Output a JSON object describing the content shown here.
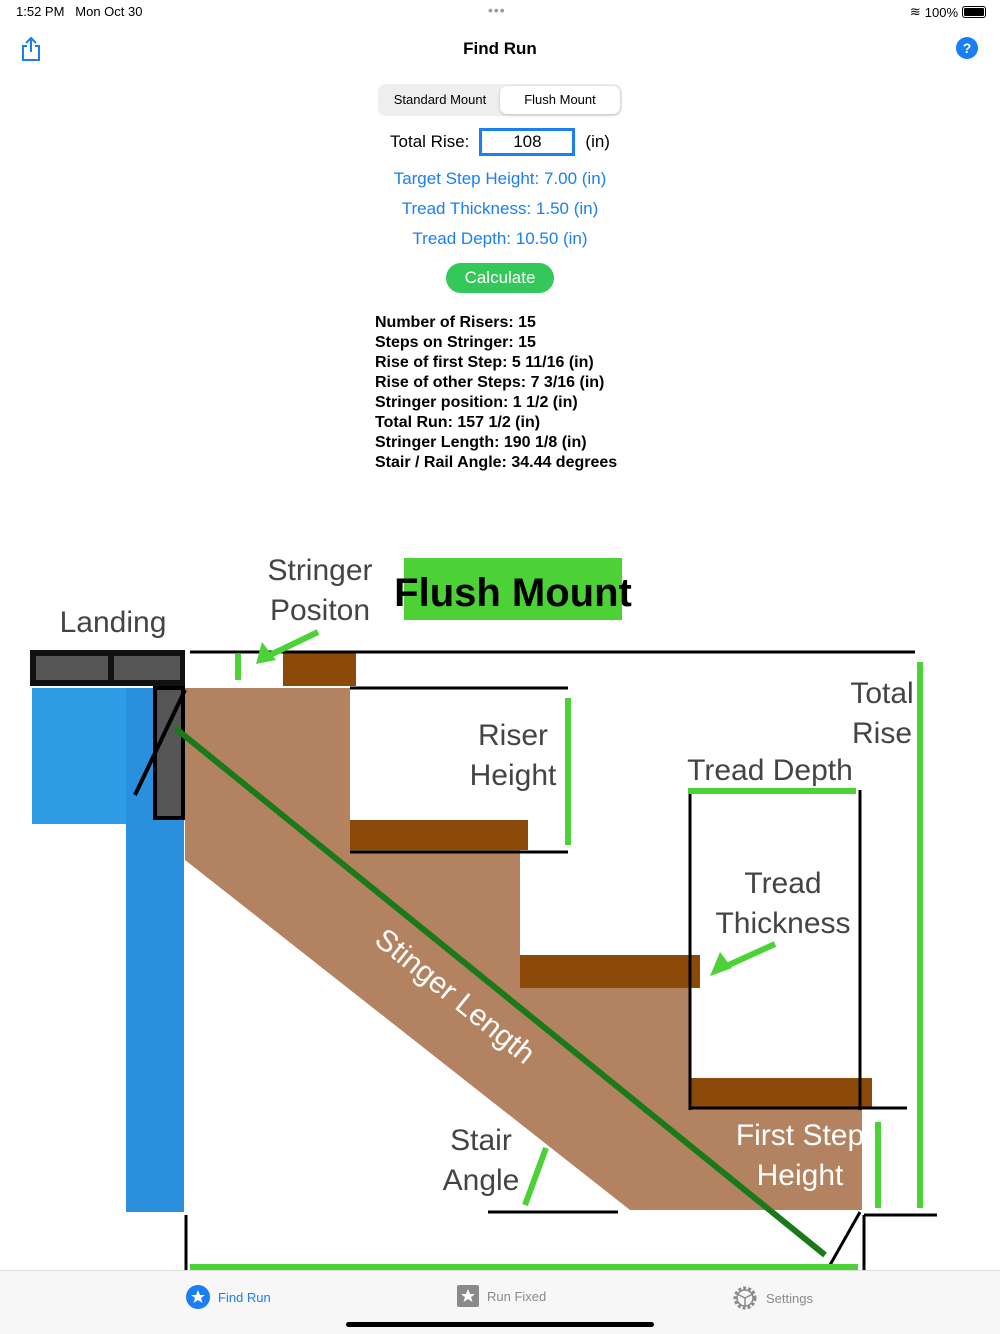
{
  "status": {
    "time": "1:52 PM",
    "date": "Mon Oct 30",
    "battery": "100%"
  },
  "nav": {
    "title": "Find Run",
    "help": "?"
  },
  "segment": {
    "options": [
      "Standard Mount",
      "Flush Mount"
    ],
    "selected": "Flush Mount"
  },
  "form": {
    "total_rise_label": "Total Rise:",
    "total_rise_value": "108",
    "unit": "(in)",
    "target_step": "Target Step Height: 7.00 (in)",
    "tread_thickness": "Tread Thickness: 1.50 (in)",
    "tread_depth": "Tread Depth: 10.50 (in)",
    "calculate": "Calculate"
  },
  "results": [
    "Number of Risers: 15",
    "Steps on Stringer: 15",
    "Rise of first Step: 5 11/16 (in)",
    "Rise of other Steps: 7 3/16 (in)",
    "Stringer position: 1 1/2 (in)",
    "Total Run: 157 1/2 (in)",
    "Stringer Length: 190 1/8 (in)",
    "Stair / Rail Angle: 34.44 degrees"
  ],
  "diagram": {
    "badge": "Flush Mount",
    "landing": "Landing",
    "stringer_pos1": "Stringer",
    "stringer_pos2": "Positon",
    "riser1": "Riser",
    "riser2": "Height",
    "total1": "Total",
    "total2": "Rise",
    "tread_depth": "Tread Depth",
    "thick1": "Tread",
    "thick2": "Thickness",
    "stringer_length": "Stinger Length",
    "angle1": "Stair",
    "angle2": "Angle",
    "first1": "First Step",
    "first2": "Height"
  },
  "tabs": [
    {
      "label": "Find Run"
    },
    {
      "label": "Run Fixed"
    },
    {
      "label": "Settings"
    }
  ],
  "colors": {
    "accent": "#1a7ef5",
    "green": "#34c759"
  }
}
